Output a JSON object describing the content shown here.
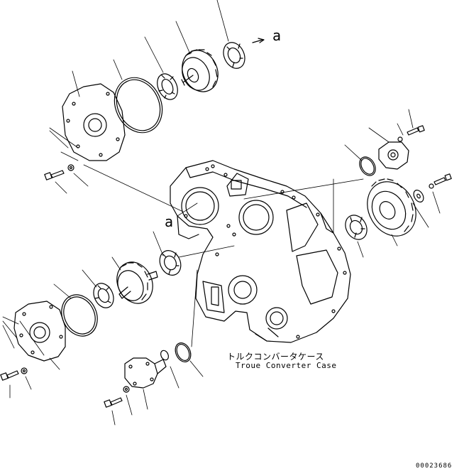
{
  "diagram": {
    "ref_letter_top": "a",
    "ref_letter_case": "a",
    "caption_jp": "トルクコンバータケース",
    "caption_en": "Troue Converter Case",
    "document_number": "00023686"
  }
}
